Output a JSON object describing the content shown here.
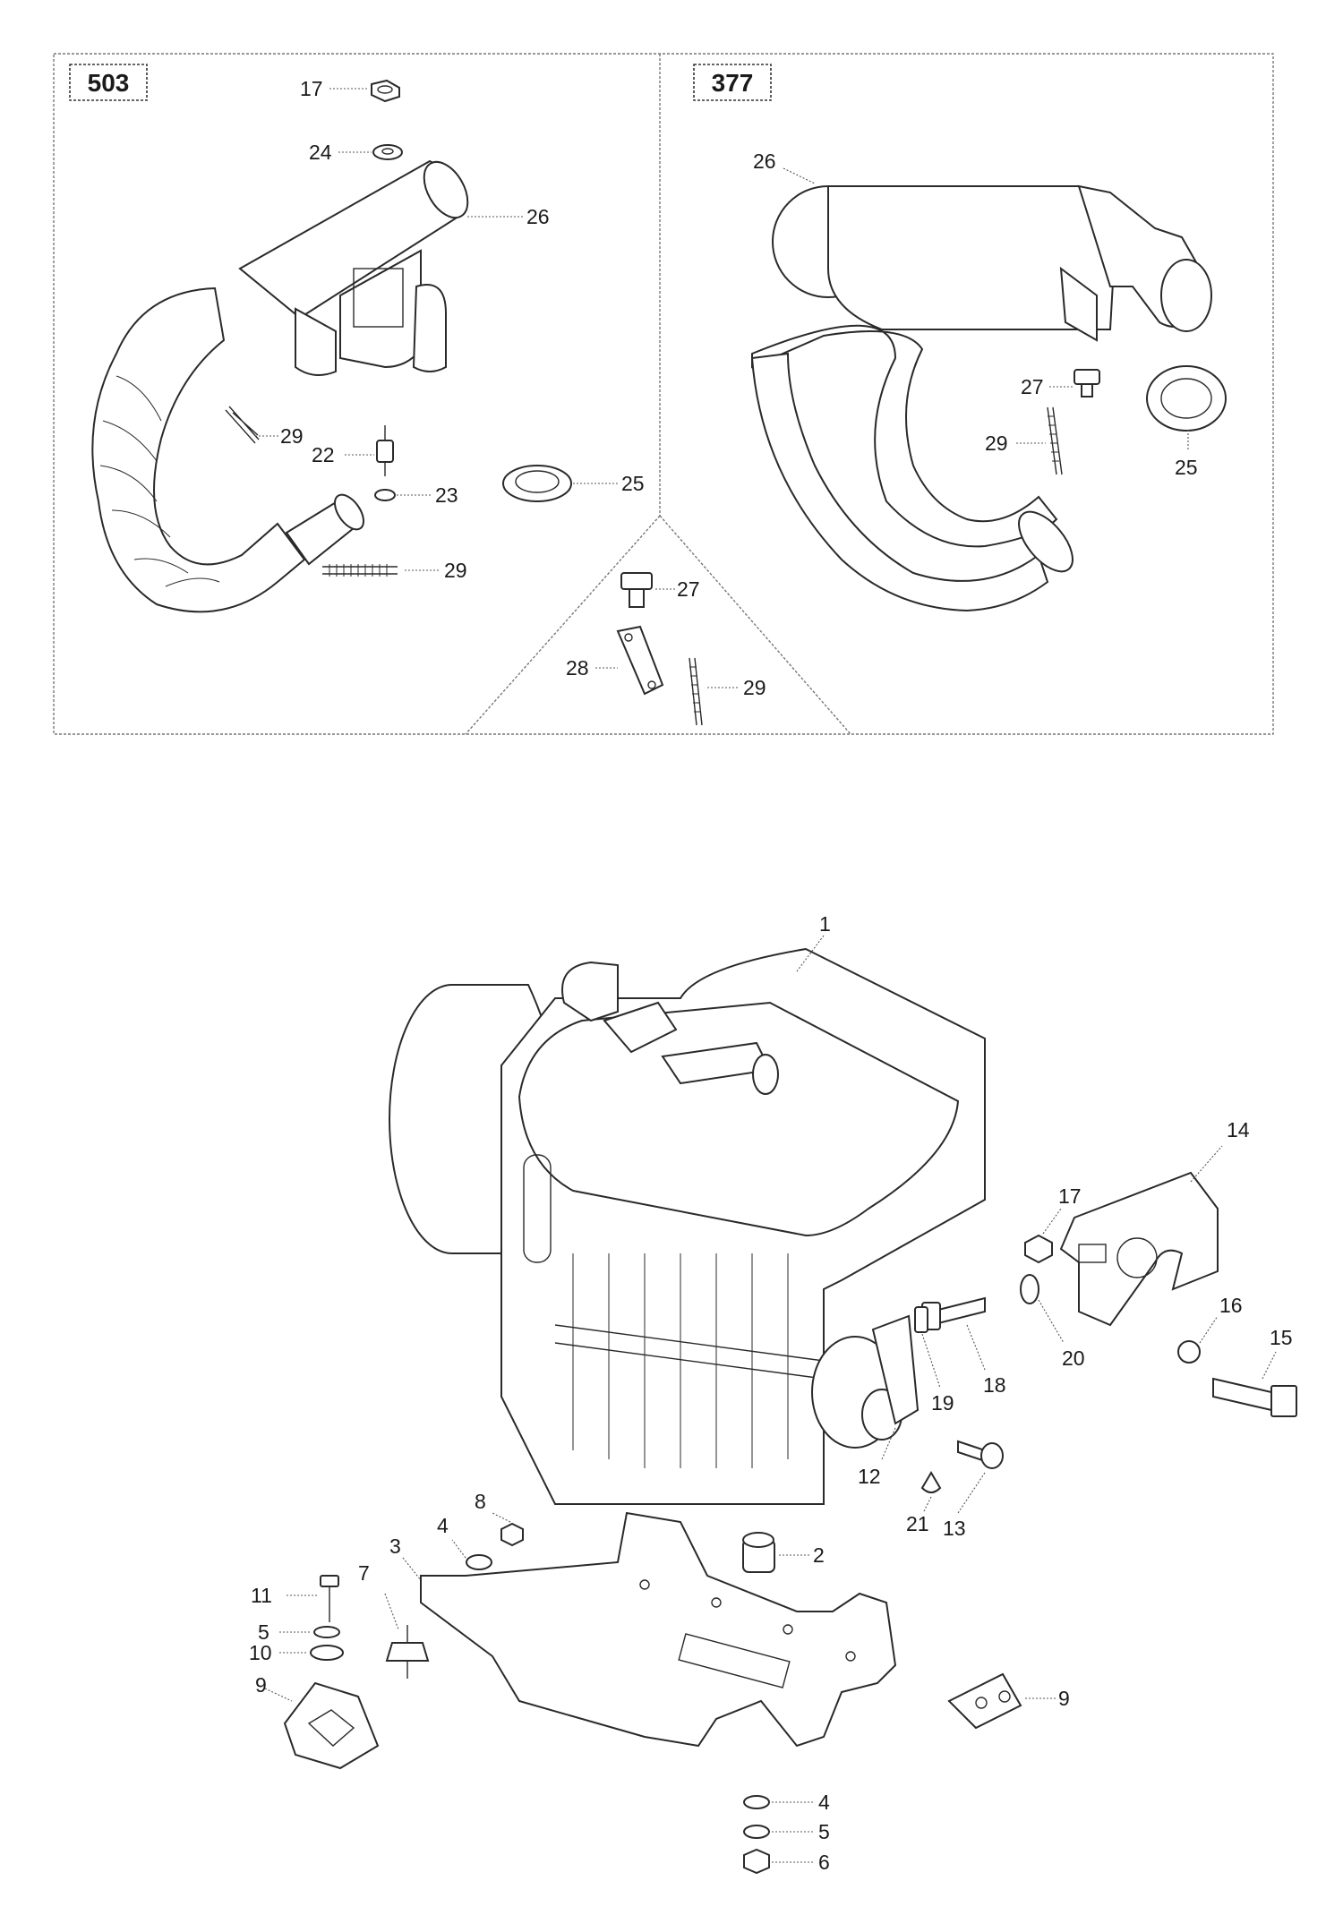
{
  "panels": {
    "left": {
      "code": "503"
    },
    "right": {
      "code": "377"
    }
  },
  "labels": {
    "p17a": "17",
    "p24": "24",
    "p26a": "26",
    "p29a": "29",
    "p22": "22",
    "p23": "23",
    "p25a": "25",
    "p29b": "29",
    "p26b": "26",
    "p27a": "27",
    "p29c": "29",
    "p25b": "25",
    "p27b": "27",
    "p28": "28",
    "p29d": "29",
    "p1": "1",
    "p14": "14",
    "p17b": "17",
    "p16": "16",
    "p15": "15",
    "p20": "20",
    "p18": "18",
    "p19": "19",
    "p12": "12",
    "p21": "21",
    "p13": "13",
    "p2": "2",
    "p8": "8",
    "p4a": "4",
    "p3": "3",
    "p7": "7",
    "p11": "11",
    "p5a": "5",
    "p10": "10",
    "p9a": "9",
    "p9b": "9",
    "p4b": "4",
    "p5b": "5",
    "p6": "6"
  }
}
